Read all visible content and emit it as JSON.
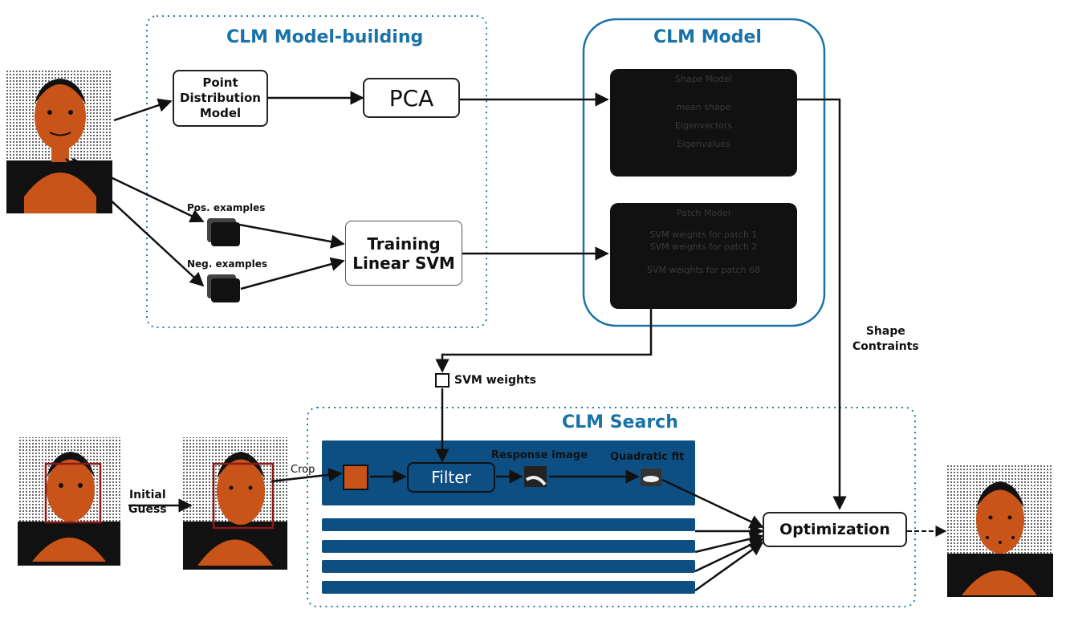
{
  "groups": {
    "model_building": "CLM Model-building",
    "model": "CLM Model",
    "search": "CLM Search"
  },
  "boxes": {
    "pdm": "Point\nDistribution\nModel",
    "pca": "PCA",
    "svm": "Training\nLinear SVM",
    "filter": "Filter",
    "optimization": "Optimization"
  },
  "shape_model": {
    "title": "Shape Model",
    "lines": [
      "mean shape",
      "Eigenvectors",
      "Eigenvalues"
    ]
  },
  "patch_model": {
    "title": "Patch Model",
    "lines": [
      "SVM weights for patch 1",
      "SVM weights for patch 2",
      "SVM weights for patch 68"
    ]
  },
  "labels": {
    "pos_examples": "Pos. examples",
    "neg_examples": "Neg. examples",
    "svm_weights": "SVM weights",
    "shape_constraints": "Shape\nContraints",
    "crop": "Crop",
    "initial_guess": "Initial\nGuess",
    "response_image": "Response image",
    "quadratic_fit": "Quadratic fit"
  },
  "colors": {
    "accent_blue": "#1a73a8",
    "search_bar": "#0e4f83",
    "dotted_border": "#2a7aa0",
    "skin": "#c8541a",
    "dark_box": "#111111"
  }
}
